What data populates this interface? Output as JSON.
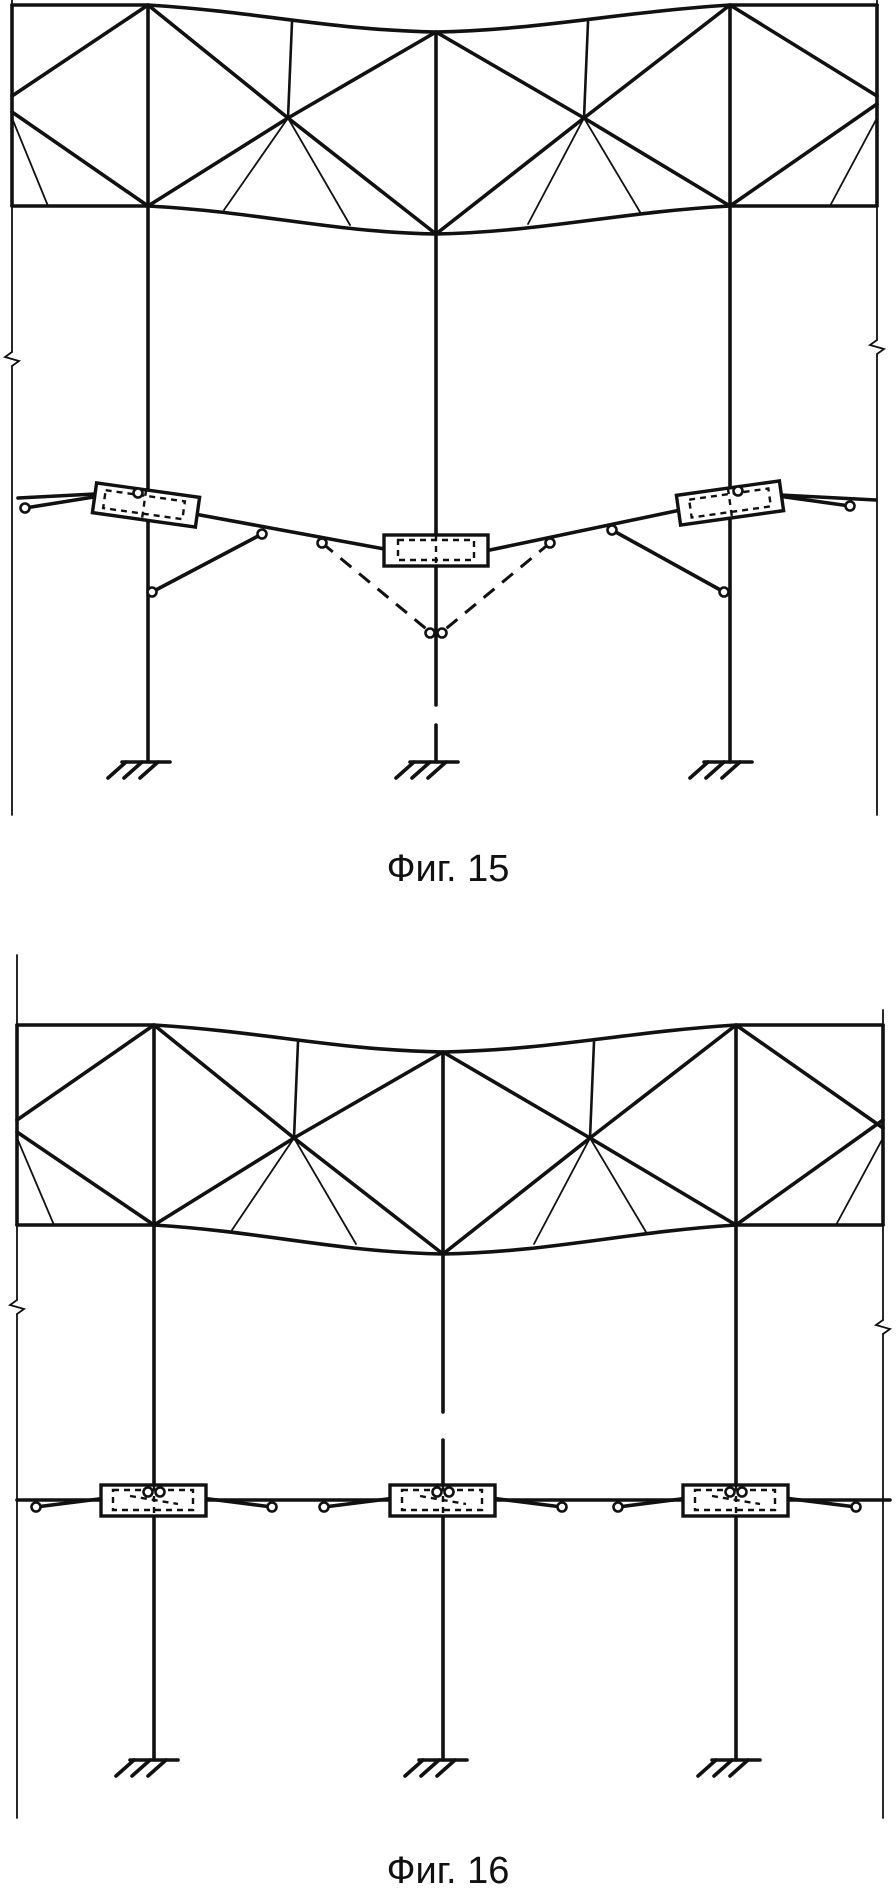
{
  "figures": [
    {
      "id": "fig15",
      "caption": "Фиг. 15"
    },
    {
      "id": "fig16",
      "caption": "Фиг. 16"
    }
  ]
}
